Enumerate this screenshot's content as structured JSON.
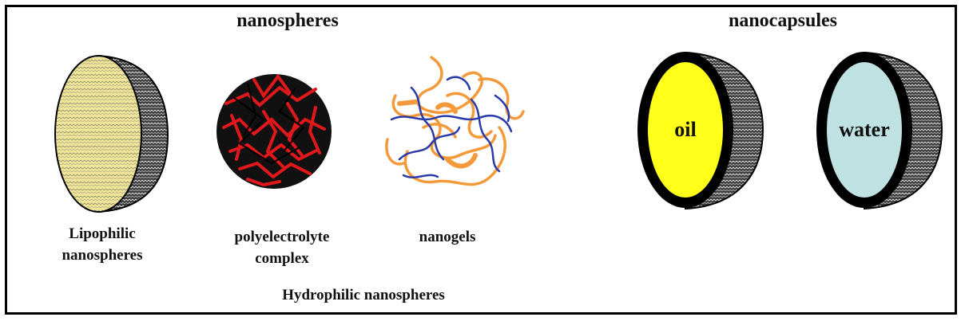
{
  "headers": {
    "nanospheres": "nanospheres",
    "nanocapsules": "nanocapsules"
  },
  "labels": {
    "lipophilic_line1": "Lipophilic",
    "lipophilic_line2": "nanospheres",
    "polyelectrolyte_line1": "polyelectrolyte",
    "polyelectrolyte_line2": "complex",
    "nanogels": "nanogels",
    "hydrophilic": "Hydrophilic nanospheres",
    "oil": "oil",
    "water": "water"
  },
  "colors": {
    "lipophilic_fill": "#efe49a",
    "oil_fill": "#ffff1a",
    "water_fill": "#bfe1e1",
    "shell": "#000000",
    "polymer_red": "#e0181c",
    "gel_orange": "#f59a3a",
    "gel_blue": "#2a3aa8"
  }
}
